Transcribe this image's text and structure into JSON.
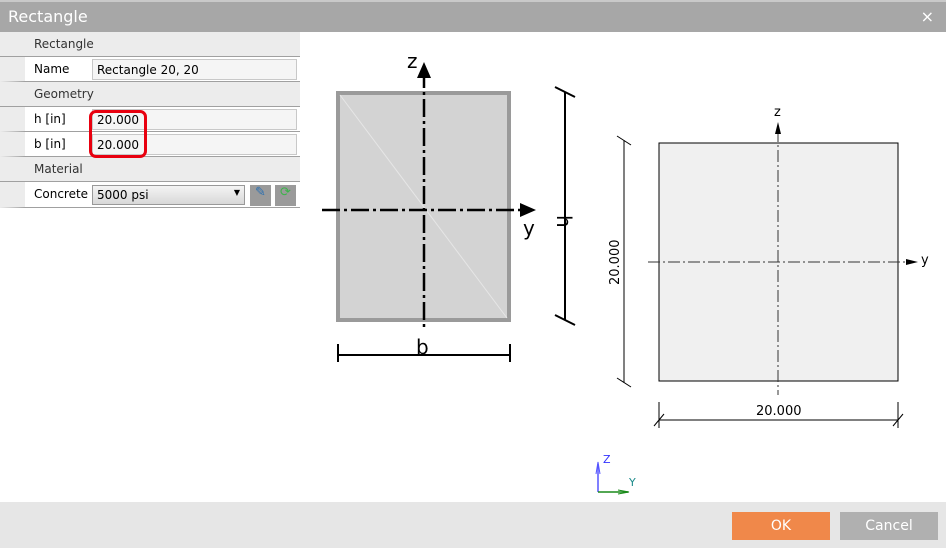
{
  "window": {
    "title": "Rectangle",
    "close_icon": "×"
  },
  "panel": {
    "groups": [
      {
        "label": "Rectangle"
      },
      {
        "label": "Geometry"
      },
      {
        "label": "Material"
      }
    ],
    "name": {
      "label": "Name",
      "value": "Rectangle 20, 20"
    },
    "h": {
      "label": "h [in]",
      "value": "20.000"
    },
    "b": {
      "label": "b [in]",
      "value": "20.000"
    },
    "concrete": {
      "label": "Concrete",
      "value": "5000 psi"
    }
  },
  "schematic": {
    "z": "z",
    "y": "y",
    "h": "h",
    "b": "b"
  },
  "preview": {
    "z": "z",
    "y": "y",
    "height_dim": "20.000",
    "width_dim": "20.000"
  },
  "axes_triad": {
    "z": "Z",
    "y": "Y"
  },
  "footer": {
    "ok": "OK",
    "cancel": "Cancel"
  }
}
